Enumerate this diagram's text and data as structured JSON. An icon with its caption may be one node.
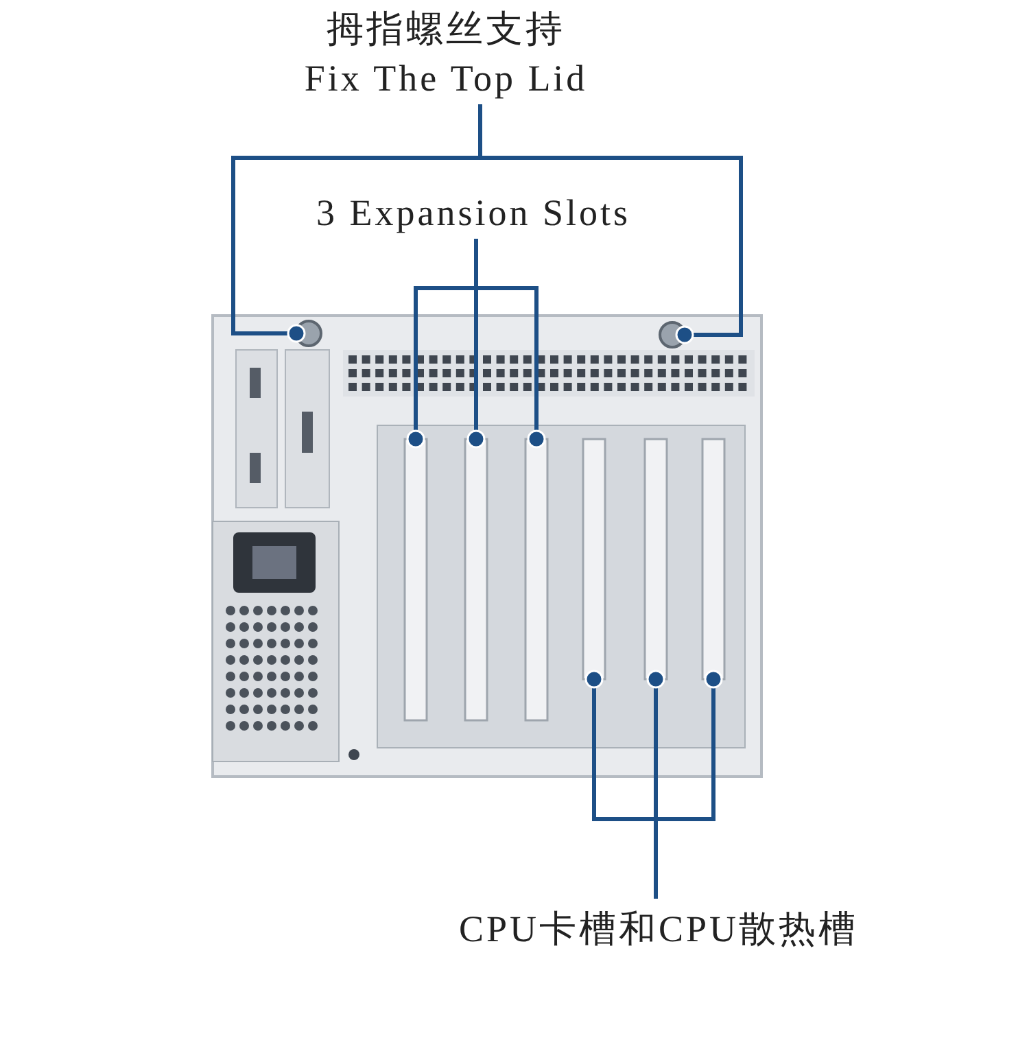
{
  "diagram": {
    "nodes": [
      {
        "text": [
          "拇指螺丝支持",
          "Fix The Top Lid"
        ]
      },
      {
        "text": [
          "3 Expansion Slots"
        ]
      },
      {
        "text": [],
        "shape": "circle"
      },
      {
        "text": [],
        "shape": "circle"
      },
      {
        "text": [],
        "shape": "box"
      },
      {
        "text": [],
        "shape": "box"
      },
      {
        "text": [],
        "shape": "box"
      },
      {
        "text": [],
        "shape": "box"
      },
      {
        "text": [],
        "shape": "box"
      },
      {
        "text": [],
        "shape": "box"
      },
      {
        "text": [
          "CPU卡槽和CPU散热槽"
        ]
      }
    ],
    "edges": [
      {
        "from": 0,
        "to": 2,
        "arrow": "other"
      },
      {
        "from": 0,
        "to": 3,
        "arrow": "other"
      },
      {
        "from": 1,
        "to": 4,
        "arrow": "other"
      },
      {
        "from": 1,
        "to": 5,
        "arrow": "other"
      },
      {
        "from": 1,
        "to": 6,
        "arrow": "other"
      },
      {
        "from": 10,
        "to": 7,
        "arrow": "other"
      },
      {
        "from": 10,
        "to": 8,
        "arrow": "other"
      },
      {
        "from": 10,
        "to": 9,
        "arrow": "other"
      }
    ]
  }
}
